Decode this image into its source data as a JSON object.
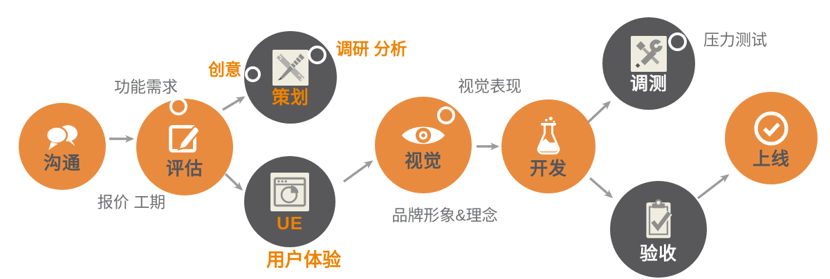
{
  "diagram": {
    "title": "website development process flow",
    "nodes": [
      {
        "id": "communication",
        "label": "沟通",
        "shape": "orange-circle",
        "icon": "chat-bubbles-icon"
      },
      {
        "id": "evaluation",
        "label": "评估",
        "shape": "orange-circle",
        "icon": "edit-note-icon"
      },
      {
        "id": "planning",
        "label": "策划",
        "shape": "dark-circle",
        "icon": "design-tools-icon"
      },
      {
        "id": "ue",
        "label": "UE",
        "shape": "dark-circle",
        "icon": "browser-pie-icon"
      },
      {
        "id": "visual",
        "label": "视觉",
        "shape": "orange-circle",
        "icon": "eye-icon"
      },
      {
        "id": "development",
        "label": "开发",
        "shape": "orange-circle",
        "icon": "flask-icon"
      },
      {
        "id": "testing",
        "label": "调测",
        "shape": "dark-circle",
        "icon": "tools-icon"
      },
      {
        "id": "acceptance",
        "label": "验收",
        "shape": "dark-circle",
        "icon": "clipboard-check-icon"
      },
      {
        "id": "launch",
        "label": "上线",
        "shape": "orange-circle",
        "icon": "check-circle-icon"
      }
    ],
    "annotations": {
      "functional_requirements": "功能需求",
      "quote_schedule": "报价 工期",
      "creativity": "创意",
      "research_analysis": "调研 分析",
      "visual_expression": "视觉表现",
      "brand_image": "品牌形象&理念",
      "user_experience": "用户体验",
      "stress_testing": "压力测试"
    },
    "flow": [
      "communication→evaluation",
      "evaluation→planning",
      "evaluation→ue",
      "ue→visual",
      "visual→development",
      "development→testing",
      "development→acceptance",
      "acceptance→launch"
    ],
    "colors": {
      "orange_circle": "#E98B3F",
      "dark_circle": "#58585A",
      "orange_text": "#EF8200",
      "gray_text": "#6F7072",
      "dark_label": "#54555A",
      "white_label": "#FFFFFF",
      "arrow": "#9B9B9B",
      "icon_panel": "#EFEDE0",
      "icon_glyph": "#8E8E8C"
    }
  }
}
